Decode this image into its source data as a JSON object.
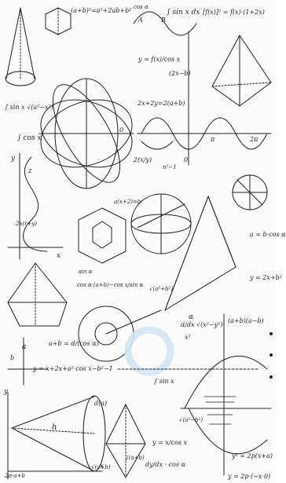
{
  "formulas": {
    "f01": "(a+b)²=a²+2ab+b²",
    "f02": "cos α",
    "f03": "∫ sin x dx",
    "f04": "[f(x)]² = f(x)·(1+2x)",
    "f05": "∫ sin x √(a²−x²)",
    "f06": "y = f(x)/cos x",
    "f07": "(2x−b)",
    "f08": "2x+2y=2(a+b)",
    "f09": "∫ cos x",
    "f10": "2(x/y)",
    "f11": "n²−1",
    "f12": "a(x+2)=b",
    "f13": "a = b·cos α",
    "f14": "z",
    "f15": "2x(r+y)",
    "f16": "sin α",
    "f17": "√(a²+b²)",
    "f18": "cos α·(a+b)−cos x/sin α",
    "f19": "y = 2x+b²",
    "f20": "a+b = d/(cos α)",
    "f21": "d/dx √(x²−y²)",
    "f22": "y = x+2x+a²·cos x−b²−1",
    "f23": "∫ sin x",
    "f24": "√(a²−b²)",
    "f25": "d(a)",
    "f26": "α",
    "f27": "y² = 2p(x+a)",
    "f28": "y = 2p·(−x·0)",
    "f29": "dy/dx · cos α",
    "f30": "x²",
    "f31": "h",
    "f32": "x",
    "f33": "y",
    "f34": "0",
    "f35": "a",
    "f36": "b",
    "f37": "2π",
    "f38": "π",
    "f39": "∫(a+b)",
    "f40": "√(a+b)",
    "f41": "y = x/cos x",
    "f42": "A",
    "f43": "B",
    "f44": "2π·a+b",
    "f45": "(a+b)(a−b)",
    "f46": "y",
    "f47": "x",
    "f48": "0"
  },
  "colors": {
    "ink": "#1f1f1f",
    "watermark": "#cfe6f5",
    "background": "#fbfbfb"
  },
  "icons": {
    "watermark": "circular-logo-watermark"
  }
}
